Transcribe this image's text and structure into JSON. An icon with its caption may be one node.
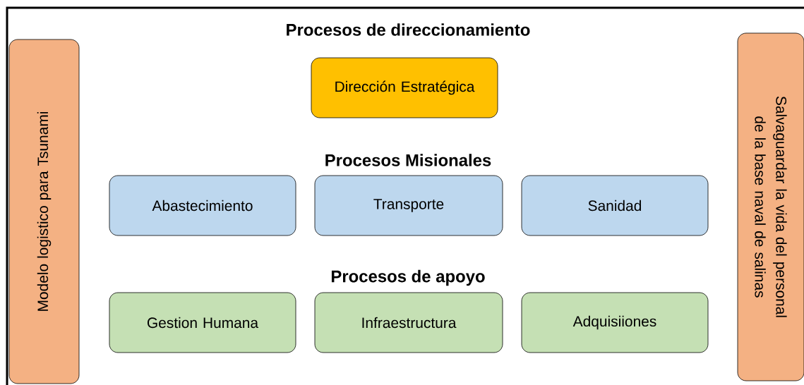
{
  "diagram": {
    "nodes": [
      {
        "text": [
          "Modelo logistico para Tsunami"
        ]
      },
      {
        "text": [
          "Dirección Estratégica"
        ]
      },
      {
        "text": [
          "Abastecimiento"
        ]
      },
      {
        "text": [
          "Transporte"
        ]
      },
      {
        "text": [
          "Sanidad"
        ]
      },
      {
        "text": [
          "Gestion Humana"
        ]
      },
      {
        "text": [
          "Infraestructura"
        ]
      },
      {
        "text": [
          "Adquisiiones"
        ]
      },
      {
        "text": [
          "Salvaguardar la vida del personal de la base naval de salinas"
        ]
      }
    ],
    "labels": [
      "Procesos de direccionamiento",
      "Procesos Misionales",
      "Procesos de apoyo"
    ]
  }
}
